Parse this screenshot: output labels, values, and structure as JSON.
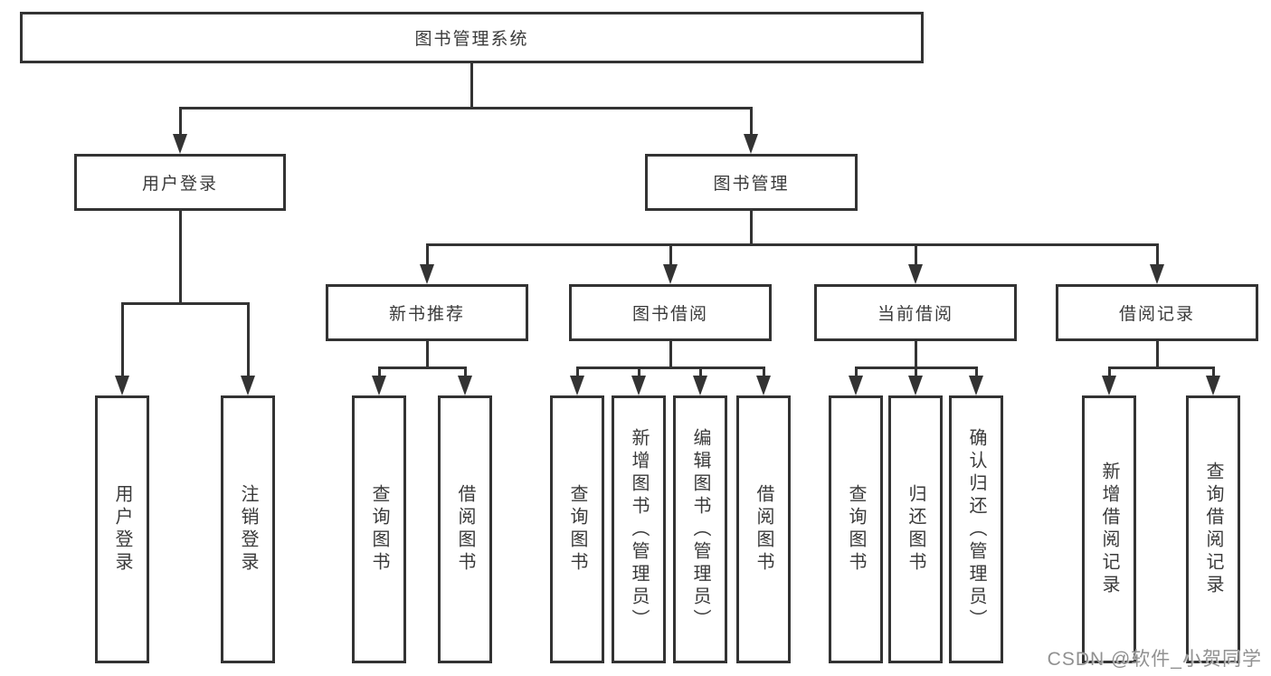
{
  "diagram": {
    "title": "图书管理系统",
    "children": [
      {
        "label": "用户登录",
        "children": [
          {
            "label": "用户登录"
          },
          {
            "label": "注销登录"
          }
        ]
      },
      {
        "label": "图书管理",
        "children": [
          {
            "label": "新书推荐",
            "children": [
              {
                "label": "查询图书"
              },
              {
                "label": "借阅图书"
              }
            ]
          },
          {
            "label": "图书借阅",
            "children": [
              {
                "label": "查询图书"
              },
              {
                "label": "新增图书（管理员）"
              },
              {
                "label": "编辑图书（管理员）"
              },
              {
                "label": "借阅图书"
              }
            ]
          },
          {
            "label": "当前借阅",
            "children": [
              {
                "label": "查询图书"
              },
              {
                "label": "归还图书"
              },
              {
                "label": "确认归还（管理员）"
              }
            ]
          },
          {
            "label": "借阅记录",
            "children": [
              {
                "label": "新增借阅记录"
              },
              {
                "label": "查询借阅记录"
              }
            ]
          }
        ]
      }
    ]
  },
  "watermark": "CSDN @软件_小贺同学",
  "colors": {
    "line": "#333333",
    "text": "#3a3a3a",
    "watermark": "#919191",
    "background": "#ffffff"
  }
}
